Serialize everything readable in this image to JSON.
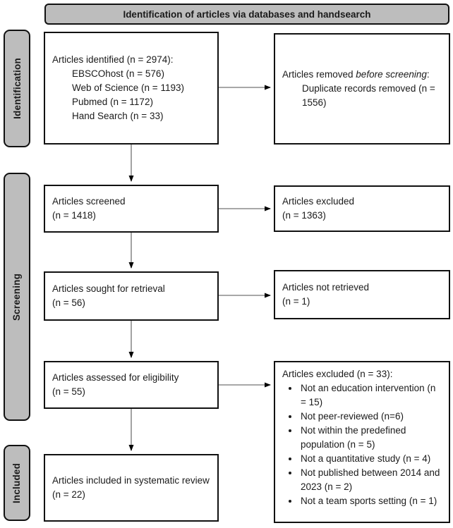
{
  "header": {
    "title": "Identification of articles via databases and handsearch"
  },
  "sidebar": {
    "stages": [
      {
        "label": "Identification"
      },
      {
        "label": "Screening"
      },
      {
        "label": "Included"
      }
    ]
  },
  "colors": {
    "stage_fill": "#bdbdbd",
    "box_border": "#111111",
    "connector_line": "#8c8c8c",
    "arrowhead": "#000000"
  },
  "boxes": {
    "identified": {
      "title": "Articles identified (n = 2974):",
      "items": [
        "EBSCOhost (n = 576)",
        "Web of Science (n = 1193)",
        "Pubmed (n = 1172)",
        "Hand Search (n = 33)"
      ]
    },
    "removed_before_screening": {
      "prefix": "Articles removed ",
      "italic": "before screening",
      "suffix": ":",
      "item": "Duplicate records removed (n = 1556)"
    },
    "screened": {
      "line1": "Articles screened",
      "line2": "(n = 1418)"
    },
    "excluded_screening": {
      "line1": "Articles excluded",
      "line2": "(n = 1363)"
    },
    "sought_retrieval": {
      "line1": "Articles sought for retrieval",
      "line2": "(n = 56)"
    },
    "not_retrieved": {
      "line1": "Articles not retrieved",
      "line2": "(n = 1)"
    },
    "assessed_eligibility": {
      "line1": "Articles assessed for eligibility",
      "line2": "(n = 55)"
    },
    "excluded_eligibility": {
      "title": "Articles excluded (n = 33):",
      "bullets": [
        "Not an education intervention (n = 15)",
        "Not peer-reviewed (n=6)",
        "Not within the predefined population (n = 5)",
        "Not a quantitative study (n = 4)",
        "Not published between 2014 and 2023 (n = 2)",
        "Not a team sports setting (n = 1)"
      ]
    },
    "included_review": {
      "line1": "Articles included in systematic review",
      "line2": "(n = 22)"
    }
  }
}
